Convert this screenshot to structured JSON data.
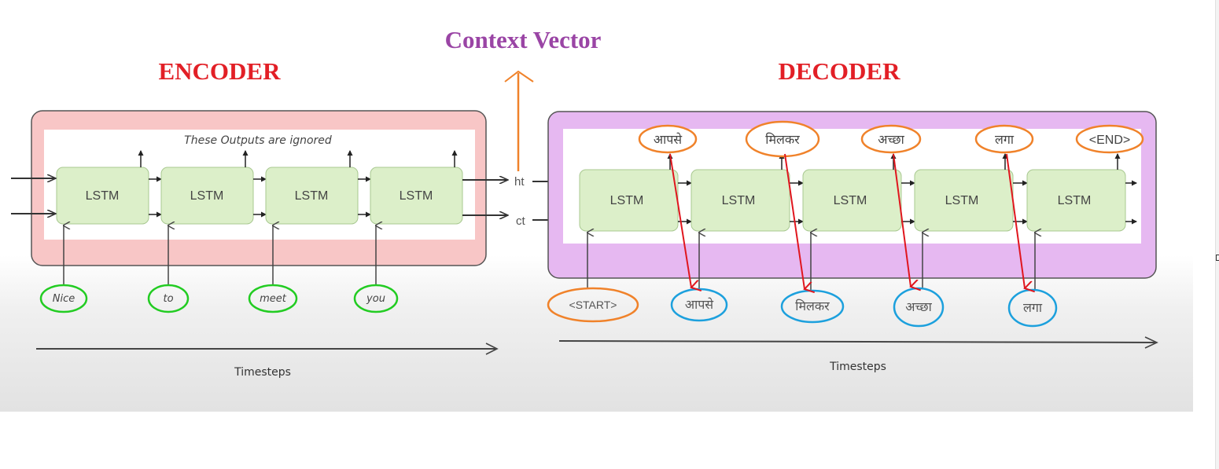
{
  "titles": {
    "encoder": "ENCODER",
    "decoder": "DECODER",
    "context_vector": "Context Vector"
  },
  "colors": {
    "encoder_title": "#e21f26",
    "decoder_title": "#e21f26",
    "context_title": "#9a45a5",
    "encoder_box": "#f8c6c6",
    "decoder_box": "#e6b8f1",
    "lstm_cell": "#dcefc9",
    "input_ring": "#22cc22",
    "decoder_input_ring": "#1ca0dd",
    "output_ring": "#f0822a",
    "feedback_arrow": "#e0161e",
    "context_arrow": "#f0822a"
  },
  "encoder": {
    "note": "These Outputs are ignored",
    "cell_label": "LSTM",
    "cells": [
      "LSTM",
      "LSTM",
      "LSTM",
      "LSTM"
    ],
    "inputs": [
      "Nice",
      "to",
      "meet",
      "you"
    ],
    "states": [
      "ht",
      "ct"
    ],
    "axis_label": "Timesteps"
  },
  "decoder": {
    "cells": [
      "LSTM",
      "LSTM",
      "LSTM",
      "LSTM",
      "LSTM"
    ],
    "outputs": [
      "आपसे",
      "मिलकर",
      "अच्छा",
      "लगा",
      "<END>"
    ],
    "inputs": [
      "<START>",
      "आपसे",
      "मिलकर",
      "अच्छा",
      "लगा"
    ],
    "axis_label": "Timesteps"
  }
}
